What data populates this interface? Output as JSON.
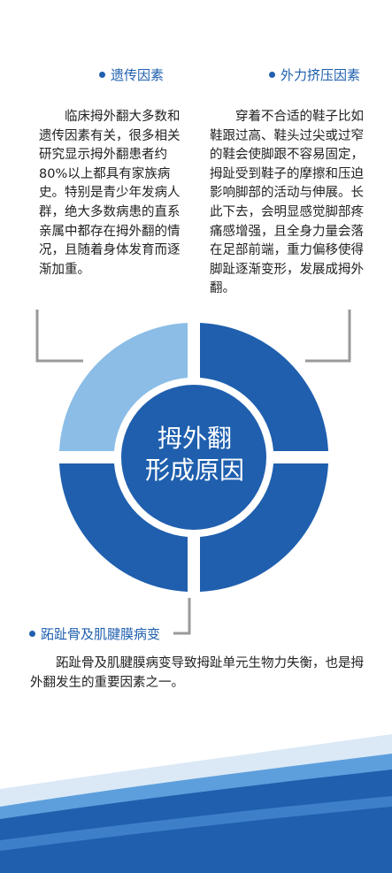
{
  "title_line1": "拇外翻",
  "title_line2": "形成原因",
  "factors": {
    "genetic": {
      "label": "遗传因素",
      "text": "临床拇外翻大多数和遗传因素有关，很多相关研究显示拇外翻患者约80%以上都具有家族病史。特别是青少年发病人群，绝大多数病患的直系亲属中都存在拇外翻的情况，且随着身体发育而逐渐加重。"
    },
    "external": {
      "label": "外力挤压因素",
      "text": "穿着不合适的鞋子比如鞋跟过高、鞋头过尖或过窄的鞋会使脚跟不容易固定，拇趾受到鞋子的摩擦和压迫影响脚部的活动与伸展。长此下去，会明显感觉脚部疼痛感增强，且全身力量会落在足部前端，重力偏移使得脚趾逐渐变形，发展成拇外翻。"
    },
    "lesion": {
      "label": "跖趾骨及肌腱膜病变",
      "text": "跖趾骨及肌腱膜病变导致拇趾单元生物力失衡，也是拇外翻发生的重要因素之一。"
    }
  },
  "colors": {
    "dark_blue": "#1f5fae",
    "light_blue": "#8bbde6",
    "connector_gray": "#9a9a9a"
  }
}
